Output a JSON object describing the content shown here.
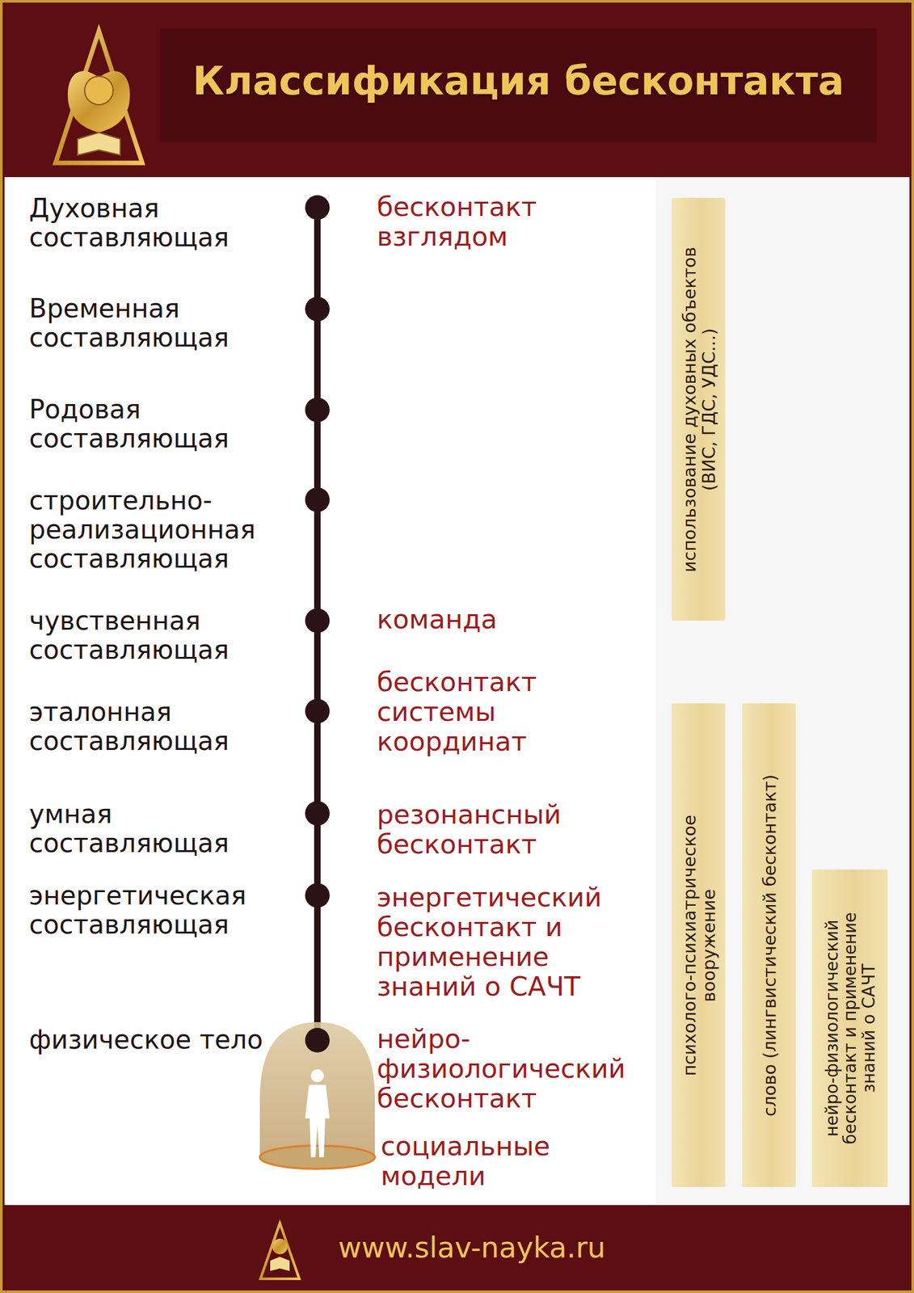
{
  "diagram": {
    "title": "Классификация бесконтакта",
    "nodes": [
      {
        "text": [
          "использование духовных объектов (ВИС, ГДС, УДС...)"
        ]
      },
      {
        "text": [
          "психолого-психиатрическое вооружение"
        ]
      },
      {
        "text": [
          "слово (лингвистический бесконтакт)"
        ]
      },
      {
        "text": [
          "нейро-физиологический бесконтакт и применение знаний о САЧТ"
        ]
      }
    ],
    "labels": [
      "Духовная составляющая",
      "Временная составляющая",
      "Родовая составляющая",
      "строительно-реализационная составляющая",
      "чувственная составляющая",
      "эталонная составляющая",
      "умная составляющая",
      "энергетическая составляющая",
      "физическое тело",
      "бесконтакт взглядом",
      "команда",
      "бесконтакт системы координат",
      "резонансный бесконтакт",
      "энергетический бесконтакт и применение знаний о САЧТ",
      "нейро-физиологический бесконтакт",
      "социальные модели",
      "www.slav-nayka.ru"
    ]
  }
}
